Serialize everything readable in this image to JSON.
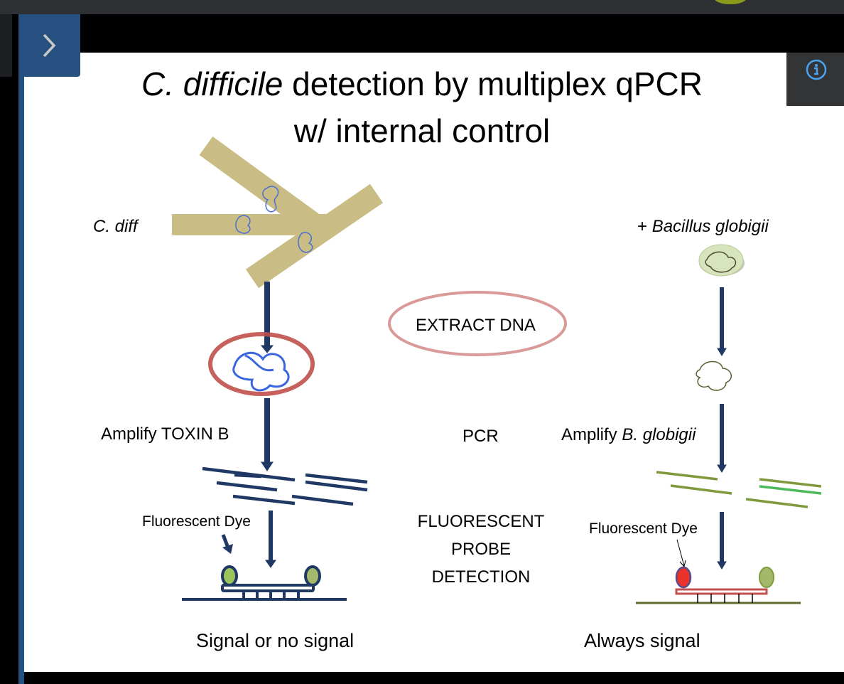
{
  "viewer": {
    "expand_icon": "chevron-right-icon",
    "info_icon": "info-circle-icon",
    "accent": "#25507f",
    "info_color": "#4aa3f0"
  },
  "slide": {
    "title_italic": "C. difficile",
    "title_rest": " detection by multiplex qPCR",
    "title_line2": "w/ internal control",
    "left_organism": "C. diff",
    "right_organism_prefix": "+ ",
    "right_organism": "Bacillus globigii",
    "extract": "EXTRACT DNA",
    "left_amplify": "Amplify TOXIN B",
    "pcr": "PCR",
    "right_amplify_prefix": "Amplify ",
    "right_amplify_italic": "B. globigii",
    "left_dye": "Fluorescent Dye",
    "right_dye": "Fluorescent Dye",
    "probe_line1": "FLUORESCENT",
    "probe_line2": "PROBE",
    "probe_line3": "DETECTION",
    "left_result": "Signal or no signal",
    "right_result": "Always signal",
    "colors": {
      "navy": "#1f3864",
      "tan": "#c9bd85",
      "olive": "#7f9a3c",
      "red": "#e8322a",
      "green_dye": "#9bc45a",
      "probe_red": "#c0504d"
    }
  }
}
